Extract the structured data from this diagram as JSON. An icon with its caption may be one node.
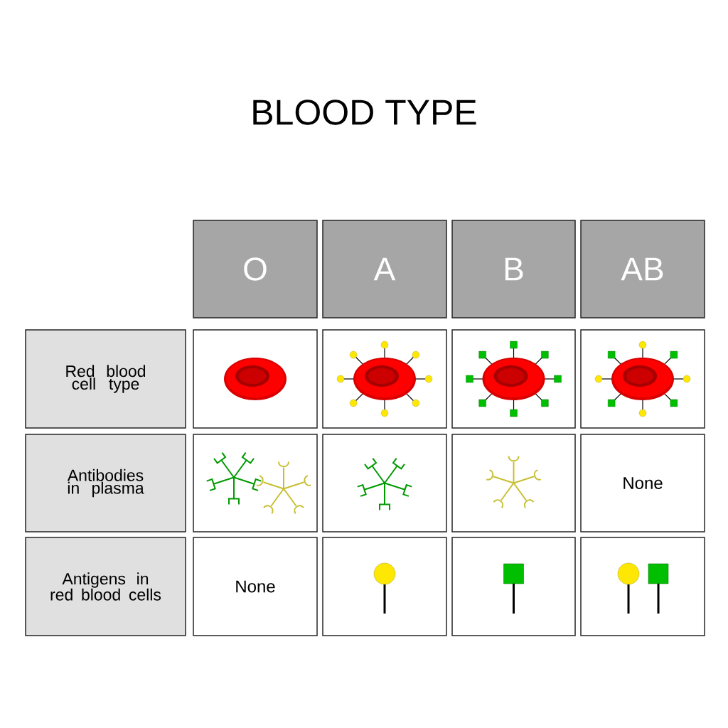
{
  "diagram": {
    "title": "BLOOD TYPE",
    "nodes": [
      {
        "text": [
          "O"
        ]
      },
      {
        "text": [
          "A"
        ]
      },
      {
        "text": [
          "B"
        ]
      },
      {
        "text": [
          "AB"
        ]
      },
      {
        "text": [
          "Red blood cell type"
        ]
      },
      {
        "text": [],
        "shape": "picture"
      },
      {
        "text": [],
        "shape": "picture"
      },
      {
        "text": [],
        "shape": "picture"
      },
      {
        "text": [],
        "shape": "picture"
      },
      {
        "text": [
          "Antibodies in plasma"
        ]
      },
      {
        "text": [],
        "shape": "picture"
      },
      {
        "text": [],
        "shape": "picture"
      },
      {
        "text": [],
        "shape": "picture"
      },
      {
        "text": [
          "None"
        ]
      },
      {
        "text": [
          "Antigens in red blood cells"
        ]
      },
      {
        "text": [
          "None"
        ]
      },
      {
        "text": [],
        "shape": "picture"
      },
      {
        "text": [],
        "shape": "picture"
      },
      {
        "text": [],
        "shape": "picture"
      }
    ]
  }
}
